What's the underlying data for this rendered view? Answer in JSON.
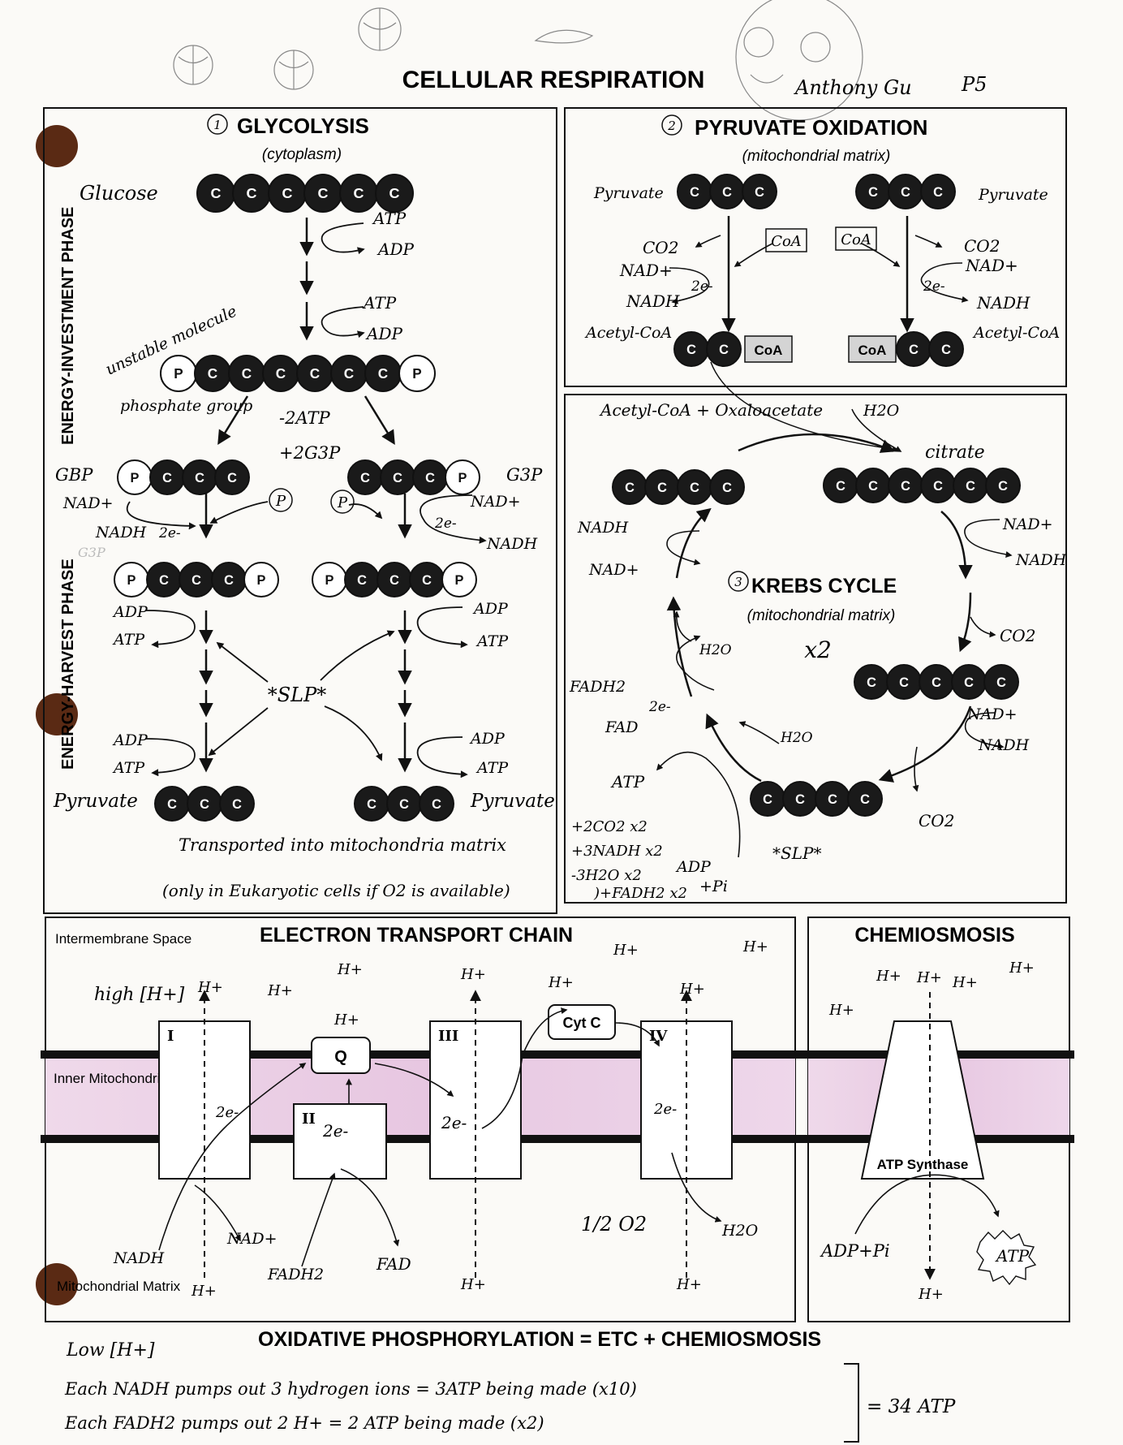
{
  "header": {
    "title": "CELLULAR RESPIRATION",
    "author": "Anthony Gu",
    "period": "P5"
  },
  "glycolysis": {
    "number": "1",
    "title": "GLYCOLYSIS",
    "location": "(cytoplasm)",
    "phase_investment": "ENERGY-INVESTMENT PHASE",
    "phase_harvest": "ENERGY-HARVEST PHASE",
    "glucose": "Glucose",
    "unstable": "unstable molecule",
    "phosphate_group": "phosphate group",
    "atp": "ATP",
    "adp": "ADP",
    "minus_2atp": "-2ATP",
    "plus_2g3p": "+2G3P",
    "gbp": "GBP",
    "g3p": "G3P",
    "g3p_faded": "G3P",
    "nad": "NAD+",
    "nadh": "NADH",
    "two_e": "2e-",
    "p": "P",
    "slp": "*SLP*",
    "pyruvate": "Pyruvate",
    "note1": "Transported into mitochondria matrix",
    "note2": "(only in Eukaryotic cells if O2 is available)"
  },
  "pyruvate_oxidation": {
    "number": "2",
    "title": "PYRUVATE OXIDATION",
    "location": "(mitochondrial matrix)",
    "pyruvate": "Pyruvate",
    "co2": "CO2",
    "nad": "NAD+",
    "nadh": "NADH",
    "two_e": "2e-",
    "coa": "CoA",
    "acetyl_coa": "Acetyl-CoA"
  },
  "krebs": {
    "number": "3",
    "title": "KREBS CYCLE",
    "location": "(mitochondrial matrix)",
    "times": "x2",
    "acetyl_oxalo": "Acetyl-CoA + Oxaloacetate",
    "citrate": "citrate",
    "h2o": "H2O",
    "nad": "NAD+",
    "nadh": "NADH",
    "co2": "CO2",
    "fadh2": "FADH2",
    "fad": "FAD",
    "two_e": "2e-",
    "atp": "ATP",
    "adp": "ADP",
    "pi": "+Pi",
    "slp": "*SLP*",
    "totals": [
      "+2CO2 x2",
      "+3NADH x2",
      "-3H2O x2",
      ")+FADH2 x2"
    ]
  },
  "etc": {
    "title": "ELECTRON TRANSPORT CHAIN",
    "intermembrane": "Intermembrane Space",
    "inner_membrane": "Inner Mitochondrial Membrane",
    "matrix": "Mitochondrial Matrix",
    "high_h": "high [H+]",
    "low_h": "Low [H+]",
    "complex_1": "I",
    "complex_2": "II",
    "complex_3": "III",
    "complex_4": "IV",
    "q": "Q",
    "cytc": "Cyt C",
    "h": "H+",
    "two_e": "2e-",
    "nadh": "NADH",
    "nad": "NAD+",
    "fadh2": "FADH2",
    "fad": "FAD",
    "half_o2": "1/2 O2",
    "h2o": "H2O"
  },
  "chemiosmosis": {
    "title": "CHEMIOSMOSIS",
    "synthase": "ATP Synthase",
    "adp_pi": "ADP+Pi",
    "atp": "ATP",
    "h": "H+"
  },
  "footer": {
    "title": "OXIDATIVE PHOSPHORYLATION = ETC + CHEMIOSMOSIS",
    "line1": "Each NADH pumps out 3 hydrogen ions = 3ATP being made (x10)",
    "line2": "Each FADH2 pumps out 2 H+ = 2 ATP being made (x2)",
    "total": "= 34 ATP"
  },
  "colors": {
    "membrane_pink": "#e6c4e0",
    "carbon": "#1a1a1a",
    "hole": "#5a2a14"
  }
}
